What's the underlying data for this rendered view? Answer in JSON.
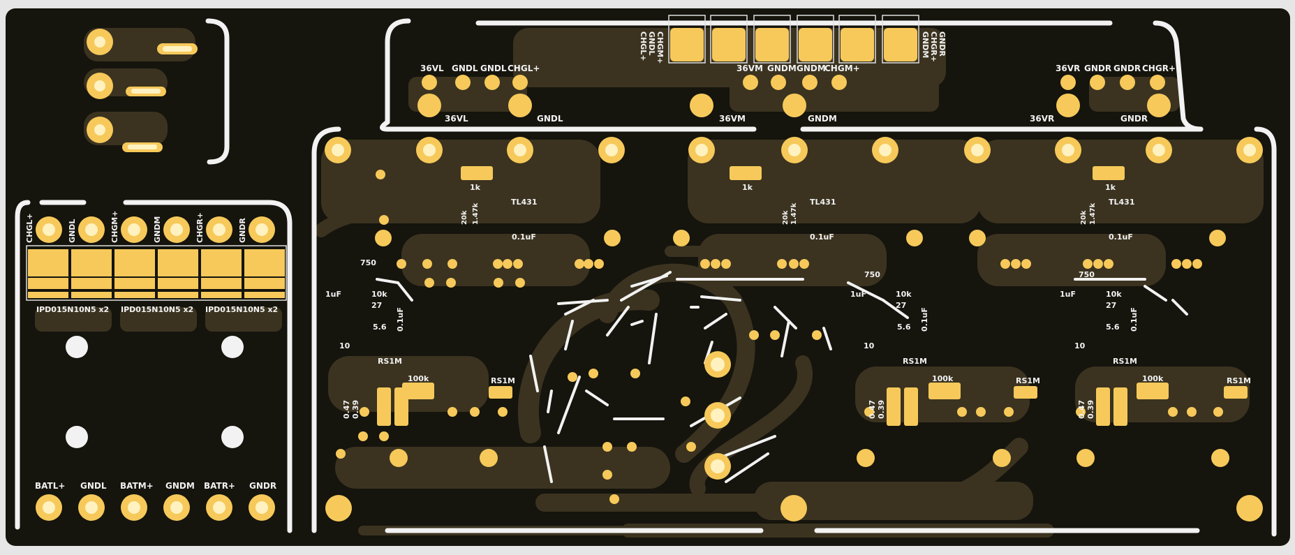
{
  "colors": {
    "background": "#e6e6e6",
    "board": "#15140d",
    "copper": "#3b3320",
    "copper_dark": "#2a2414",
    "pad": "#f6c95a",
    "pad_center": "#fff2c0",
    "silkscreen": "#f2f2f2",
    "hole": "#f2f2f2",
    "stencil_outline": "#e0e0e0"
  },
  "top_connector_labels": [
    "CHGL+",
    "GNDL",
    "CHGM+",
    "GNDM",
    "CHGR+",
    "GNDR"
  ],
  "top_pad_labels_left": [
    "36VL",
    "GNDL",
    "GNDL",
    "CHGL+"
  ],
  "top_pad_labels_mid": [
    "36VM",
    "GNDM",
    "GNDM",
    "CHGM+"
  ],
  "top_pad_labels_right": [
    "36VR",
    "GNDR",
    "GNDR",
    "CHGR+"
  ],
  "rail_labels": [
    "36VL",
    "GNDL",
    "36VM",
    "GNDM",
    "36VR",
    "GNDR"
  ],
  "mosfet_terminal_labels": [
    "CHGL+",
    "GNDL",
    "CHGM+",
    "GNDM",
    "CHGR+",
    "GNDR"
  ],
  "mosfet_labels": [
    "IPD015N10N5 x2",
    "IPD015N10N5 x2",
    "IPD015N10N5 x2"
  ],
  "bottom_terminal_labels": [
    "BATL+",
    "GNDL",
    "BATM+",
    "GNDM",
    "BATR+",
    "GNDR"
  ],
  "channel_component_labels": {
    "r_1k": "1k",
    "r_20k": "20k",
    "r_147k": "1.47k",
    "ic": "TL431",
    "cap_01uf": "0.1uF",
    "r_750": "750",
    "cap_1uf": "1uF",
    "r_10k": "10k",
    "r_27": "27",
    "r_56": "5.6",
    "r_10": "10",
    "diode": "RS1M",
    "r_100k": "100k",
    "r_047": "0.47",
    "r_039": "0.39"
  }
}
